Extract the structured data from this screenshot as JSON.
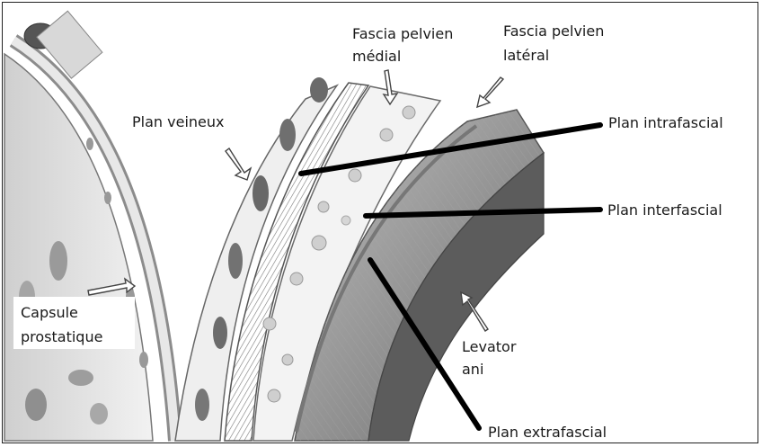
{
  "labels": {
    "fascia_medial_line1": "Fascia pelvien",
    "fascia_medial_line2": "médial",
    "fascia_lateral_line1": "Fascia pelvien",
    "fascia_lateral_line2": "latéral",
    "plan_veineux": "Plan veineux",
    "plan_intrafascial": "Plan intrafascial",
    "plan_interfascial": "Plan interfascial",
    "plan_extrafascial": "Plan extrafascial",
    "capsule_line1": "Capsule",
    "capsule_line2": "prostatique",
    "levator_line1": "Levator",
    "levator_line2": "ani"
  },
  "colors": {
    "background": "#ffffff",
    "tissue_dark": "#8a8a8a",
    "tissue_light": "#e6e6e6",
    "pointer_line": "#000000"
  }
}
